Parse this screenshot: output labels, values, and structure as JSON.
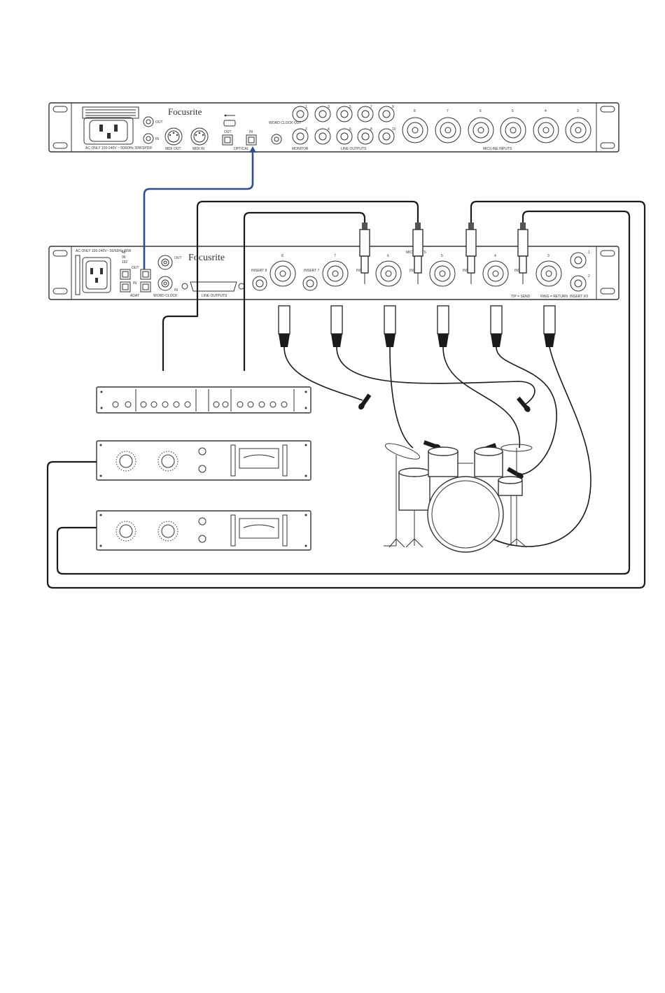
{
  "colors": {
    "ink": "#333333",
    "cable": "#1a1a1a",
    "optical_cable": "#2f4e8f",
    "background": "#ffffff"
  },
  "top_unit": {
    "brand": "Focusrite",
    "power_label": "AC ONLY 100-240V ~ 50/60Hz 30W",
    "spdif_label": "SPDIF",
    "spdif_out": "OUT",
    "spdif_in": "IN",
    "midi_out_label": "MIDI OUT",
    "midi_in_label": "MIDI IN",
    "optical_label": "OPTICAL",
    "optical_out": "OUT",
    "optical_in": "IN",
    "word_clock_label": "WORD CLOCK OUT",
    "monitor_label": "MONITOR",
    "line_outputs_label": "LINE OUTPUTS",
    "mic_line_inputs_label": "MIC/LINE INPUTS",
    "line_output_numbers_top": [
      "1",
      "3",
      "5",
      "7",
      "9"
    ],
    "line_output_numbers_bottom": [
      "2",
      "4",
      "6",
      "8",
      "10"
    ],
    "mic_input_numbers": [
      "8",
      "7",
      "6",
      "5",
      "4",
      "3"
    ]
  },
  "second_unit": {
    "brand": "Focusrite",
    "power_label": "AC ONLY 100-240V~ 50/60Hz 30W",
    "adat_label": "ADAT",
    "adat_out": "OUT",
    "adat_in": "IN",
    "sample_rates": [
      "48",
      "96",
      "192"
    ],
    "word_clock_label": "WORD CLOCK",
    "word_clock_out": "OUT",
    "word_clock_in": "IN",
    "line_outputs_label": "LINE OUTPUTS",
    "mic_inputs_label": "MIC INPUTS",
    "insert_labels": [
      "INSERT 8",
      "INSERT 7",
      "INS 6",
      "INS 5",
      "INS 4",
      "INS 3"
    ],
    "insert_io_label": "INSERT I/O",
    "tip_send_label": "TIP = SEND",
    "ring_return_label": "RING = RETURN",
    "channel_numbers": [
      "8",
      "7",
      "6",
      "5",
      "4",
      "3"
    ],
    "right_jack_numbers": [
      "1",
      "2"
    ]
  }
}
